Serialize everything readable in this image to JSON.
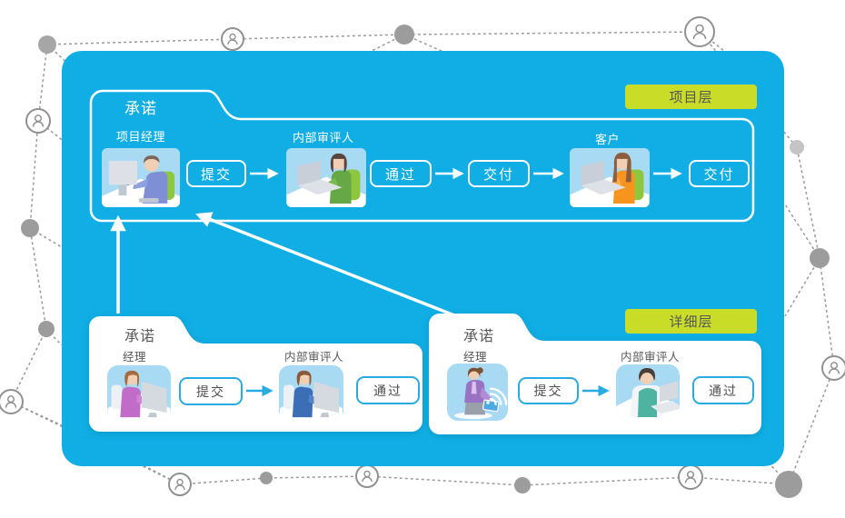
{
  "colors": {
    "card_blue": "#10AEE4",
    "badge_green": "#C8DC28",
    "button_border_blue": "#29ABE2",
    "figure_background": "#A8DAF4",
    "dark_text": "#58595B",
    "network_gray": "#9A9A9A"
  },
  "project_layer": {
    "badge": "项目层",
    "folder_title": "承诺",
    "role_manager": "项目经理",
    "btn_submit": "提交",
    "role_reviewer": "内部审评人",
    "btn_pass": "通过",
    "btn_deliver": "交付",
    "role_customer": "客户",
    "btn_deliver_final": "交付"
  },
  "detail_layer": {
    "badge": "详细层",
    "left": {
      "folder_title": "承诺",
      "role_manager": "经理",
      "btn_submit": "提交",
      "role_reviewer": "内部审评人",
      "btn_pass": "通过"
    },
    "right": {
      "folder_title": "承诺",
      "role_manager": "经理",
      "btn_submit": "提交",
      "role_reviewer": "内部审评人",
      "btn_pass": "通过"
    }
  },
  "figures": {
    "project_manager": "man-at-desktop-monitor",
    "project_reviewer": "woman-at-laptop",
    "customer": "woman-at-laptop-orange",
    "detail_left_manager": "woman-at-desktop-monitor",
    "detail_left_reviewer": "person-at-desktop-monitor-blue",
    "detail_right_manager": "woman-with-tablet-wifi",
    "detail_right_reviewer": "man-at-laptop-teal-vest"
  }
}
